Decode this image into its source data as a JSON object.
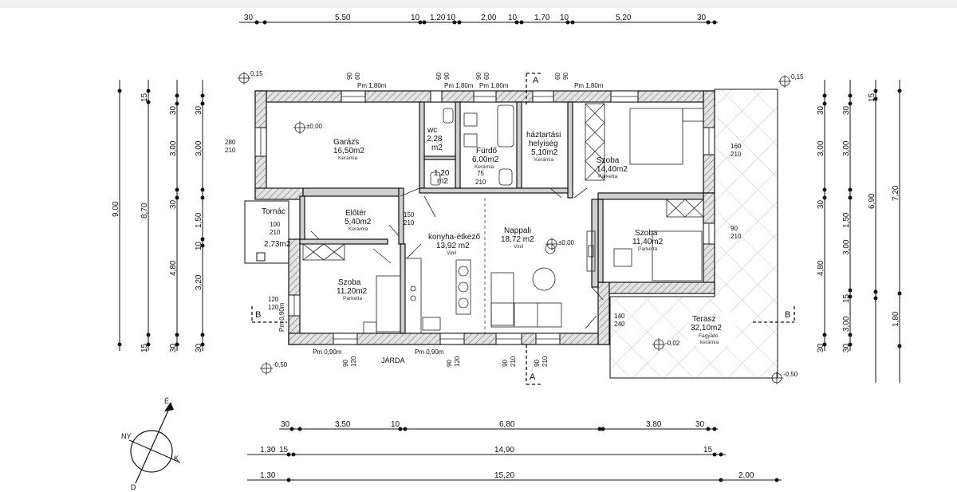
{
  "dims_top": [
    "30",
    "5,50",
    "10",
    "1,20",
    "10",
    "2,00",
    "10",
    "1,70",
    "10",
    "5,20",
    "30"
  ],
  "dims_bottom1": [
    "30",
    "3,50",
    "10",
    "6,80",
    "3,80",
    "30"
  ],
  "dims_bottom2": [
    "1,30",
    "15",
    "14,90",
    "15"
  ],
  "dims_bottom3": [
    "1,30",
    "15,20",
    "2,00"
  ],
  "dims_left_outer": [
    "9,00"
  ],
  "dims_left_mid": [
    "15",
    "8,70",
    "15"
  ],
  "dims_left_inner1": [
    "30",
    "3,00",
    "30",
    "4,80",
    "30"
  ],
  "dims_left_inner2": [
    "30",
    "3,00",
    "1,50",
    "10",
    "3,20",
    "30"
  ],
  "dims_right_inner1": [
    "30",
    "3,00",
    "30",
    "4,80",
    "30"
  ],
  "dims_right_inner2": [
    "30",
    "3,00",
    "1,50",
    "3,00",
    "15",
    "3,00",
    "30"
  ],
  "dims_right_mid": [
    "15",
    "6,90"
  ],
  "dims_right_outer": [
    "7,20",
    "1,80"
  ],
  "levels": {
    "tl": "0,15",
    "tr": "0,15",
    "bl": "-0,50",
    "br": "-0,50",
    "garage": "±0,00",
    "living": "±0,00",
    "terrace": "-0,02"
  },
  "rooms": {
    "garazs": {
      "name": "Garázs",
      "area": "16,50m2",
      "mat": "Kerámia"
    },
    "wc": {
      "name": "wc",
      "area": "2,28",
      "area2": "m2"
    },
    "wc_small": {
      "name": "1,20",
      "area": "m2"
    },
    "furdo": {
      "name": "Fürdő",
      "area": "6,00m2",
      "mat": "Kerámia"
    },
    "haztartasi": {
      "name": "háztartási",
      "name2": "helyiség",
      "area": "5,10m2",
      "mat": "Kerámia"
    },
    "szoba1": {
      "name": "Szoba",
      "area": "14,40m2",
      "mat": "Parketta"
    },
    "eloter": {
      "name": "Előtér",
      "area": "5,40m2",
      "mat": "Kerámia"
    },
    "tornac": {
      "name": "Tornác",
      "area": "2,73m2"
    },
    "konyha": {
      "name": "konyha-étkező",
      "area": "13,92 m2",
      "mat": "Vinil"
    },
    "nappali": {
      "name": "Nappali",
      "area": "18,72 m2",
      "mat": "Vinil"
    },
    "szoba2": {
      "name": "Szoba",
      "area": "11,40m2",
      "mat": "Parketta"
    },
    "szoba3": {
      "name": "Szoba",
      "area": "11,20m2",
      "mat": "Parketta"
    },
    "terasz": {
      "name": "Terasz",
      "area": "32,10m2",
      "mat": "Fagyálló",
      "mat2": "kerámia"
    }
  },
  "openings": {
    "pm1": "Pm 1,80m",
    "pm2": "Pm 1,80m",
    "pm3": "Pm 1,80m",
    "pm4": "Pm 1,80m",
    "pm5": "Pm 0,90m",
    "pm6": "Pm 0,90m",
    "pm_left": "Pm 0,90m",
    "w280": "280",
    "w210a": "210",
    "w160": "160",
    "w210b": "210",
    "w90_210": "90",
    "w210c": "210",
    "w120": "120",
    "w120b": "120",
    "w100": "100",
    "w210d": "210",
    "w150": "150",
    "w210e": "210",
    "w140": "140",
    "w240": "240",
    "w75": "75",
    "w210f": "210",
    "top_90": "90",
    "top_60": "60",
    "top_60b": "60",
    "top_90b": "90",
    "top_90c": "90",
    "top_60c": "60",
    "top_60d": "60",
    "top_90d": "90",
    "bot_90": "90",
    "bot_120": "120",
    "bot_90b": "90",
    "bot_120b": "120",
    "bot_90c": "90",
    "bot_210": "210",
    "bot_90d": "90",
    "bot_210b": "210"
  },
  "section_labels": {
    "a_top": "A",
    "a_bottom": "A",
    "b_left": "B",
    "b_right": "B"
  },
  "jarda": "JÁRDA",
  "compass": {
    "north": "É",
    "northwest": "NY",
    "east": "K",
    "south": "D"
  }
}
